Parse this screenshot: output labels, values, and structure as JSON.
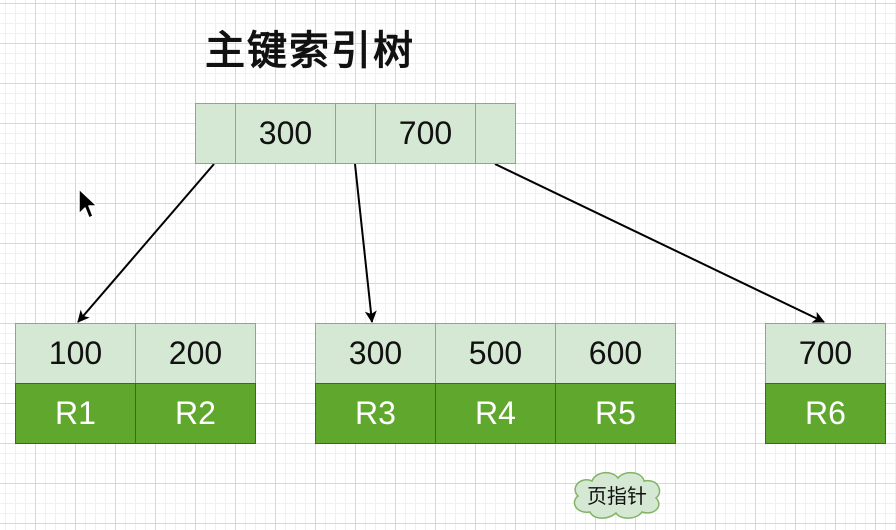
{
  "title": "主键索引树",
  "root": {
    "keys": [
      "300",
      "700"
    ]
  },
  "leaves": [
    {
      "keys": [
        "100",
        "200"
      ],
      "records": [
        "R1",
        "R2"
      ]
    },
    {
      "keys": [
        "300",
        "500",
        "600"
      ],
      "records": [
        "R3",
        "R4",
        "R5"
      ]
    },
    {
      "keys": [
        "700"
      ],
      "records": [
        "R6"
      ]
    }
  ],
  "annotation": "页指针",
  "colors": {
    "key_fill": "#d5e8d4",
    "key_border": "#82b366",
    "record_fill": "#60a82d",
    "record_border": "#2d7600"
  }
}
